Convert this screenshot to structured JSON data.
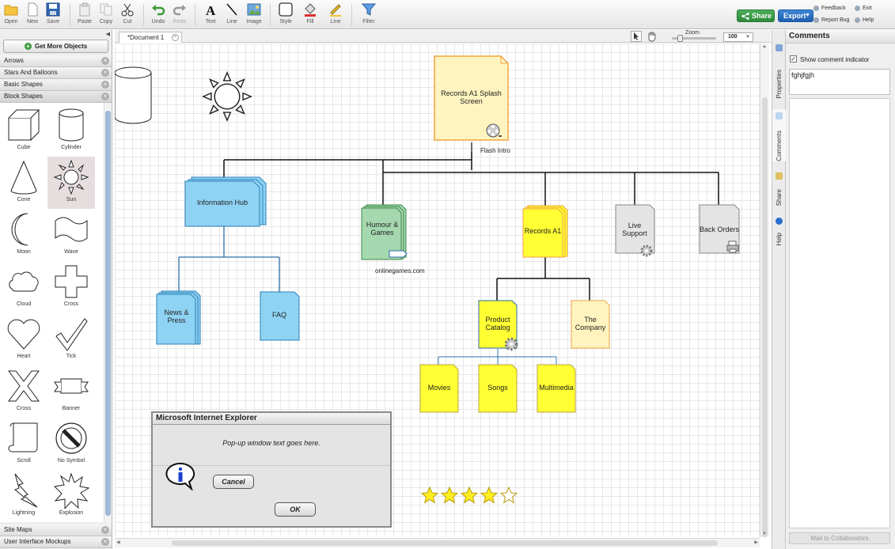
{
  "toolbar": {
    "buttons": [
      {
        "id": "open",
        "label": "Open"
      },
      {
        "id": "new",
        "label": "New"
      },
      {
        "id": "save",
        "label": "Save"
      },
      {
        "id": "paste",
        "label": "Paste"
      },
      {
        "id": "copy",
        "label": "Copy"
      },
      {
        "id": "cut",
        "label": "Cut"
      },
      {
        "id": "undo",
        "label": "Undo"
      },
      {
        "id": "redo",
        "label": "Redo"
      },
      {
        "id": "text",
        "label": "Text"
      },
      {
        "id": "line",
        "label": "Line"
      },
      {
        "id": "image",
        "label": "Image"
      },
      {
        "id": "style",
        "label": "Style"
      },
      {
        "id": "fill",
        "label": "Fill"
      },
      {
        "id": "line-style",
        "label": "Line"
      },
      {
        "id": "filter",
        "label": "Filter"
      }
    ],
    "share_label": "Share",
    "export_label": "Export",
    "links": {
      "feedback": "Feedback",
      "exit": "Exit",
      "report_bug": "Report Bug",
      "help": "Help"
    }
  },
  "left_panel": {
    "get_more": "Get More Objects",
    "categories_top": [
      "Arrows",
      "Stars And Balloons",
      "Basic Shapes",
      "Block Shapes"
    ],
    "shapes": [
      "Cube",
      "Cylinder",
      "Cone",
      "Sun",
      "Moon",
      "Wave",
      "Cloud",
      "Cross",
      "Heart",
      "Tick",
      "Cross",
      "Banner",
      "Scroll",
      "No Symbol",
      "Lightning",
      "Explosion"
    ],
    "selected_shape": "Sun",
    "categories_bottom": [
      "Site Maps",
      "User Interface Mockups"
    ]
  },
  "document": {
    "tab_title": "*Document 1",
    "zoom_label": "Zoom",
    "zoom_value": "100"
  },
  "diagram": {
    "nodes": {
      "records_splash": "Records A1 Splash Screen",
      "flash_intro": "Flash Intro",
      "information_hub": "Information Hub",
      "humour_games": "Humour & Games",
      "online_games": "onlinegames.com",
      "records_a1": "Records A1",
      "live_support": "Live Support",
      "back_orders": "Back Orders",
      "news_press": "News & Press",
      "faq": "FAQ",
      "product_catalog": "Product Catalog",
      "the_company": "The Company",
      "movies": "Movies",
      "songs": "Songs",
      "multimedia": "Multimedia"
    },
    "dialog": {
      "title": "Microsoft Internet Explorer",
      "message": "Pop-up window text goes here.",
      "cancel": "Cancel",
      "ok": "OK"
    },
    "rating": {
      "filled": 4,
      "total": 5
    }
  },
  "right_panel": {
    "rail_tabs": [
      "Properties",
      "Comments",
      "Share",
      "Help"
    ],
    "title": "Comments",
    "show_indicator_label": "Show comment indicator",
    "show_indicator_checked": true,
    "comment_text": "fghjfgjh",
    "mail_button": "Mail to Collaborators"
  },
  "colors": {
    "blue_fill": "#8fd3f4",
    "blue_border": "#2b7fb8",
    "yellow_fill": "#ffff33",
    "pale_yellow_fill": "#fff4bf",
    "orange_border": "#f0a340",
    "green_fill": "#a6d8b0",
    "green_border": "#3a8a46",
    "grey_fill": "#e4e4e4"
  }
}
